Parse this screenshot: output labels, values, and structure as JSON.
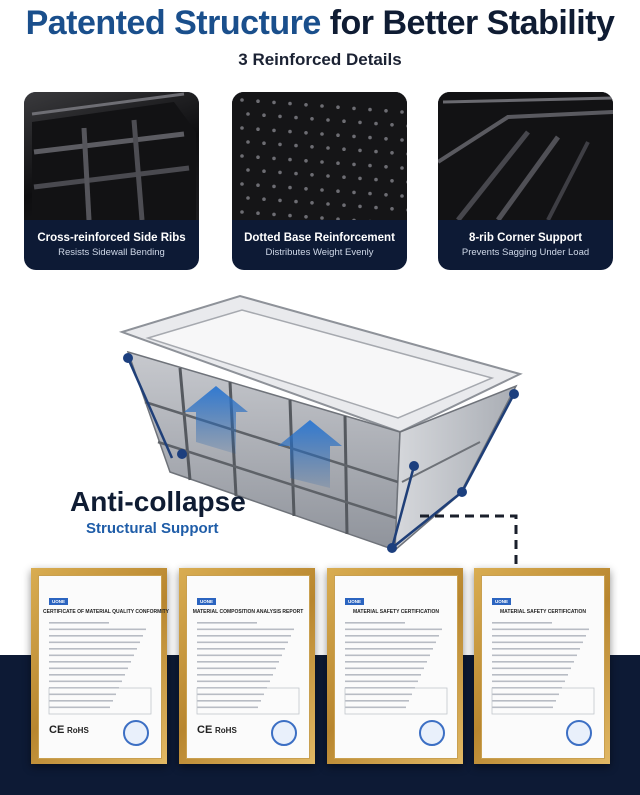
{
  "header": {
    "title_highlight": "Patented Structure",
    "title_rest": "for Better Stability",
    "subtitle": "3 Reinforced Details"
  },
  "features": [
    {
      "title": "Cross-reinforced Side Ribs",
      "subtitle": "Resists Sidewall Bending"
    },
    {
      "title": "Dotted Base Reinforcement",
      "subtitle": "Distributes Weight Evenly"
    },
    {
      "title": "8-rib Corner Support",
      "subtitle": "Prevents Sagging Under Load"
    }
  ],
  "product": {
    "callout_title": "Anti-collapse",
    "callout_subtitle": "Structural Support"
  },
  "certificates": [
    {
      "badge": "UONE",
      "title": "CERTIFICATE OF MATERIAL QUALITY CONFORMITY",
      "mark_ce": "CE",
      "mark_rohs": "RoHS"
    },
    {
      "badge": "UONE",
      "title": "MATERIAL COMPOSITION ANALYSIS REPORT",
      "mark_ce": "CE",
      "mark_rohs": "RoHS"
    },
    {
      "badge": "UONE",
      "title": "MATERIAL SAFETY CERTIFICATION",
      "mark_ce": "",
      "mark_rohs": ""
    },
    {
      "badge": "UONE",
      "title": "MATERIAL SAFETY CERTIFICATION",
      "mark_ce": "",
      "mark_rohs": ""
    }
  ],
  "colors": {
    "title_blue": "#1a4f8c",
    "title_dark": "#0f1c33",
    "navy": "#0d1a35",
    "accent_blue": "#1f5da8",
    "frame_gold": "#c9973c"
  }
}
